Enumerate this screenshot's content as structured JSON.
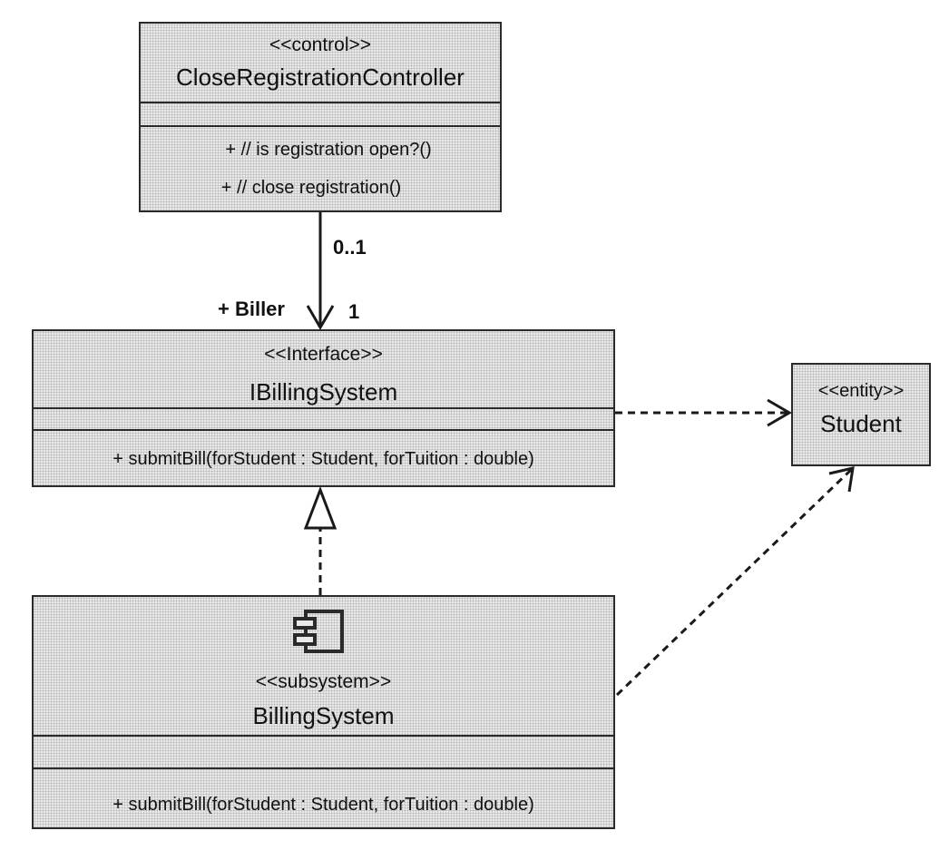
{
  "classes": {
    "controller": {
      "stereotype": "<<control>>",
      "name": "CloseRegistrationController",
      "operations": [
        "+ // is registration open?()",
        "+ // close registration()"
      ]
    },
    "interface": {
      "stereotype": "<<Interface>>",
      "name": "IBillingSystem",
      "operations": [
        "+ submitBill(forStudent : Student, forTuition : double)"
      ]
    },
    "subsystem": {
      "stereotype": "<<subsystem>>",
      "name": "BillingSystem",
      "operations": [
        "+ submitBill(forStudent : Student, forTuition : double)"
      ],
      "icon": "component-icon"
    },
    "entity": {
      "stereotype": "<<entity>>",
      "name": "Student"
    }
  },
  "association": {
    "role_name": "+ Biller",
    "source_multiplicity": "0..1",
    "target_multiplicity": "1"
  },
  "relationships": [
    {
      "from": "CloseRegistrationController",
      "to": "IBillingSystem",
      "kind": "navigable association"
    },
    {
      "from": "IBillingSystem",
      "to": "Student",
      "kind": "dependency"
    },
    {
      "from": "BillingSystem",
      "to": "IBillingSystem",
      "kind": "realization"
    },
    {
      "from": "BillingSystem",
      "to": "Student",
      "kind": "dependency"
    }
  ]
}
